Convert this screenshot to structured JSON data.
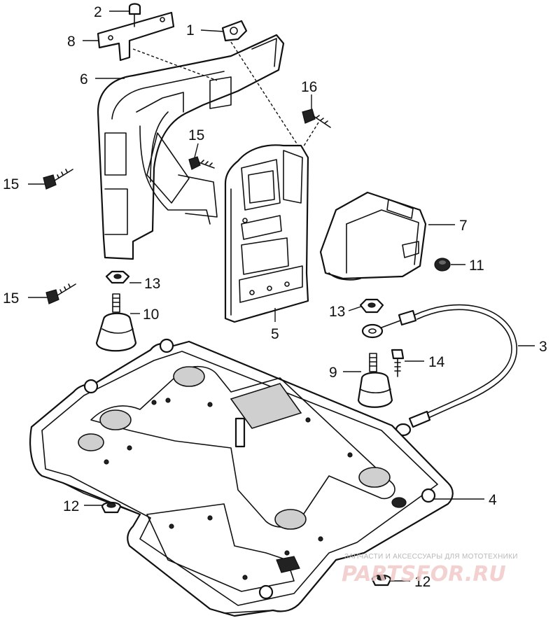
{
  "callouts": {
    "c1": "1",
    "c2": "2",
    "c3": "3",
    "c4": "4",
    "c5": "5",
    "c6": "6",
    "c7": "7",
    "c8": "8",
    "c9": "9",
    "c10": "10",
    "c11": "11",
    "c12a": "12",
    "c12b": "12",
    "c13a": "13",
    "c13b": "13",
    "c14": "14",
    "c15a": "15",
    "c15b": "15",
    "c15c": "15",
    "c16": "16"
  },
  "watermark": {
    "caption": "ЗАПЧАСТИ И АКСЕССУАРЫ ДЛЯ МОТОТЕХНИКИ",
    "logo": "PARTSFOR.RU"
  },
  "colors": {
    "line": "#111111",
    "watermark_logo": "#f2c9c9",
    "watermark_caption": "#b8b8b8"
  }
}
